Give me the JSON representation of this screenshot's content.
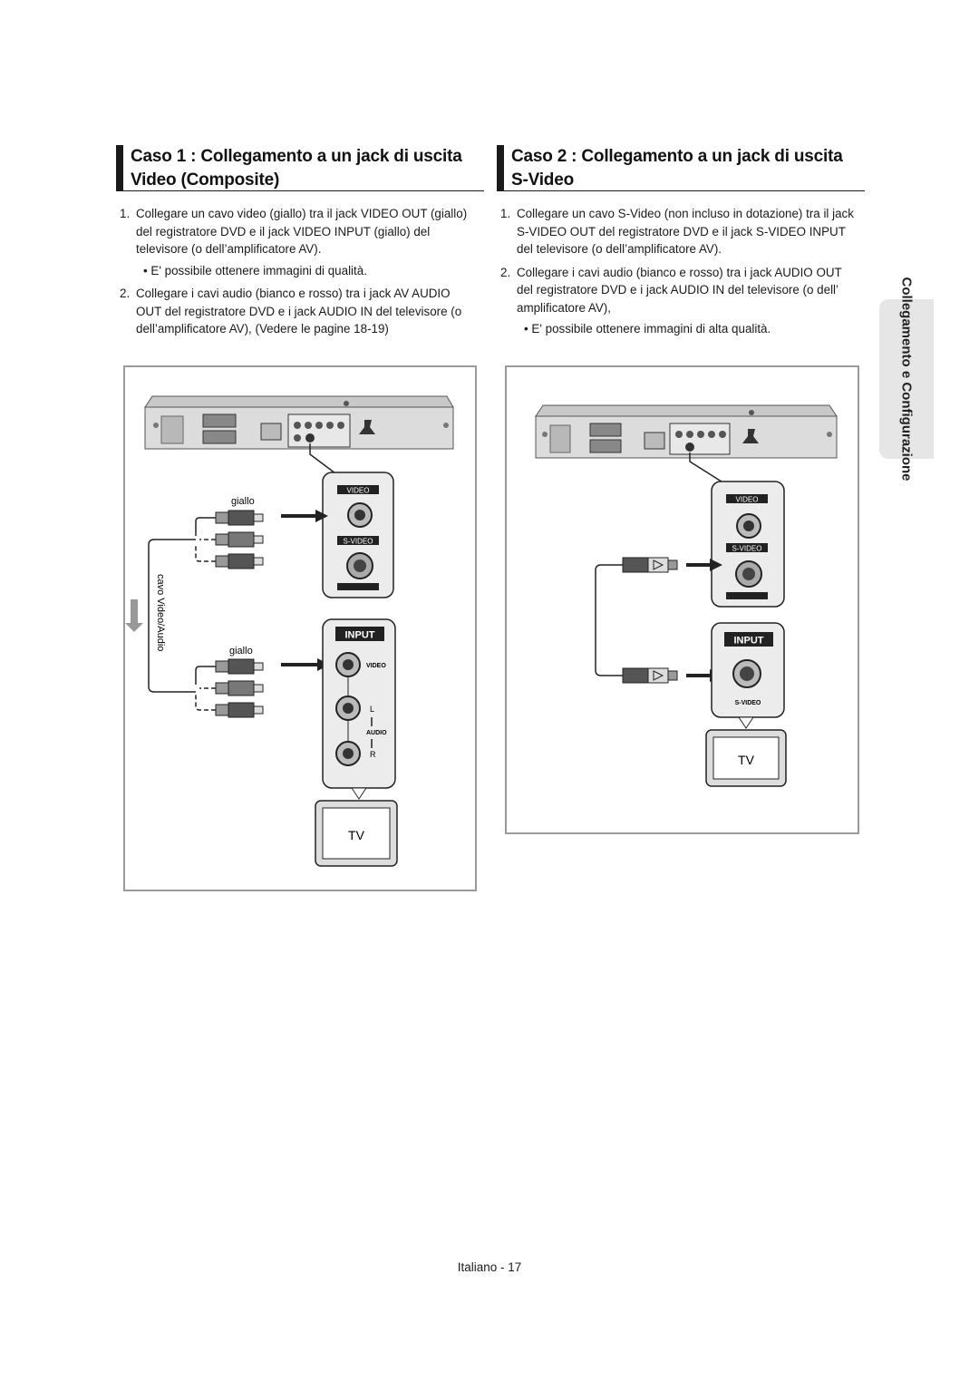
{
  "section1": {
    "heading_line1": "Caso 1 : Collegamento a un jack di uscita",
    "heading_line2": "Video (Composite)",
    "step1_num": "1.",
    "step1_text": "Collegare un cavo video (giallo) tra il jack VIDEO OUT (giallo) del registratore DVD e il jack VIDEO INPUT (giallo) del televisore (o dell’amplificatore AV).",
    "step1_note": "• E' possibile ottenere immagini di qualità.",
    "step2_num": "2.",
    "step2_text": "Collegare i cavi audio (bianco e rosso) tra i jack AV AUDIO OUT del registratore DVD e i jack AUDIO IN del televisore (o dell’amplificatore AV), (Vedere le pagine 18-19)"
  },
  "section2": {
    "heading_line1": "Caso 2 : Collegamento a un jack di uscita",
    "heading_line2": "S-Video",
    "step1_num": "1.",
    "step1_text": "Collegare un cavo S-Video (non incluso in dotazione) tra il jack S-VIDEO OUT del registratore DVD e il jack S-VIDEO INPUT del televisore (o dell’amplificatore AV).",
    "step2_num": "2.",
    "step2_text": "Collegare i cavi audio (bianco e rosso) tra i jack AUDIO OUT del registratore DVD e i jack AUDIO IN del televisore (o dell’ amplificatore AV),",
    "step2_note": "• E' possibile ottenere immagini di alta qualità."
  },
  "diagram1": {
    "giallo_top": "giallo",
    "giallo_bottom": "giallo",
    "cable_label": "cavo Video/Audio",
    "video": "VIDEO",
    "svideo": "S-VIDEO",
    "input": "INPUT",
    "input_video": "VIDEO",
    "audio": "AUDIO",
    "left": "L",
    "right": "R",
    "tv": "TV"
  },
  "diagram2": {
    "video": "VIDEO",
    "svideo": "S-VIDEO",
    "input": "INPUT",
    "input_svideo": "S-VIDEO",
    "tv": "TV"
  },
  "side_tab": "Collegamento e Configurazione",
  "footer": "Italiano - 17"
}
